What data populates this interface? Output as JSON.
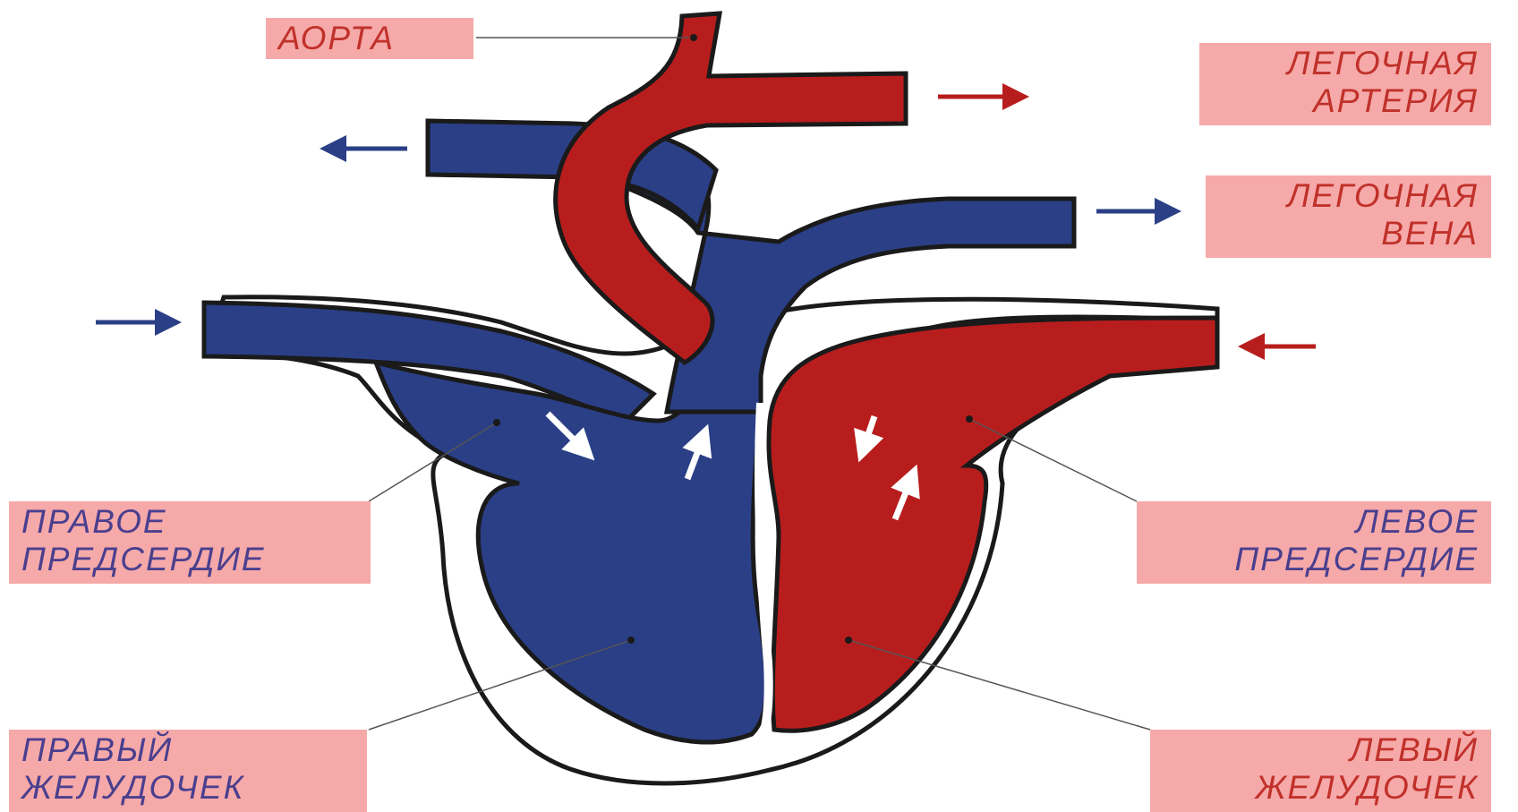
{
  "labels": {
    "aorta": "АОРТА",
    "pulmonary_artery_1": "ЛЕГОЧНАЯ",
    "pulmonary_artery_2": "АРТЕРИЯ",
    "pulmonary_vein_1": "ЛЕГОЧНАЯ",
    "pulmonary_vein_2": "ВЕНА",
    "right_atrium_1": "ПРАВОЕ",
    "right_atrium_2": "ПРЕДСЕРДИЕ",
    "left_atrium_1": "ЛЕВОЕ",
    "left_atrium_2": "ПРЕДСЕРДИЕ",
    "right_ventricle_1": "ПРАВЫЙ",
    "right_ventricle_2": "ЖЕЛУДОЧЕК",
    "left_ventricle_1": "ЛЕВЫЙ",
    "left_ventricle_2": "ЖЕЛУДОЧЕК"
  },
  "colors": {
    "oxygenated": "#b81d1d",
    "deoxygenated": "#2a3f86",
    "label_background": "#f6a9a9",
    "outline": "#1a1a1a"
  }
}
